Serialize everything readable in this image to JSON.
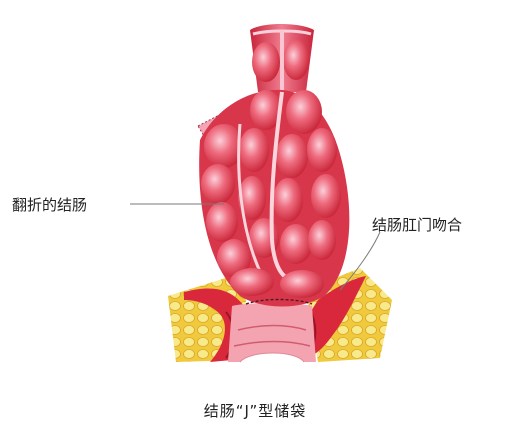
{
  "labels": {
    "folded_colon": "翻折的结肠",
    "coloanal_anastomosis": "结肠肛门吻合"
  },
  "caption": "结肠“J”型储袋",
  "colors": {
    "colon_base": "#e13a4d",
    "colon_highlight": "#f6a8b8",
    "colon_dark": "#b11f32",
    "fat_yellow": "#f3d84a",
    "muscle_red": "#d9283b",
    "leader_line": "#7a7a7a"
  }
}
